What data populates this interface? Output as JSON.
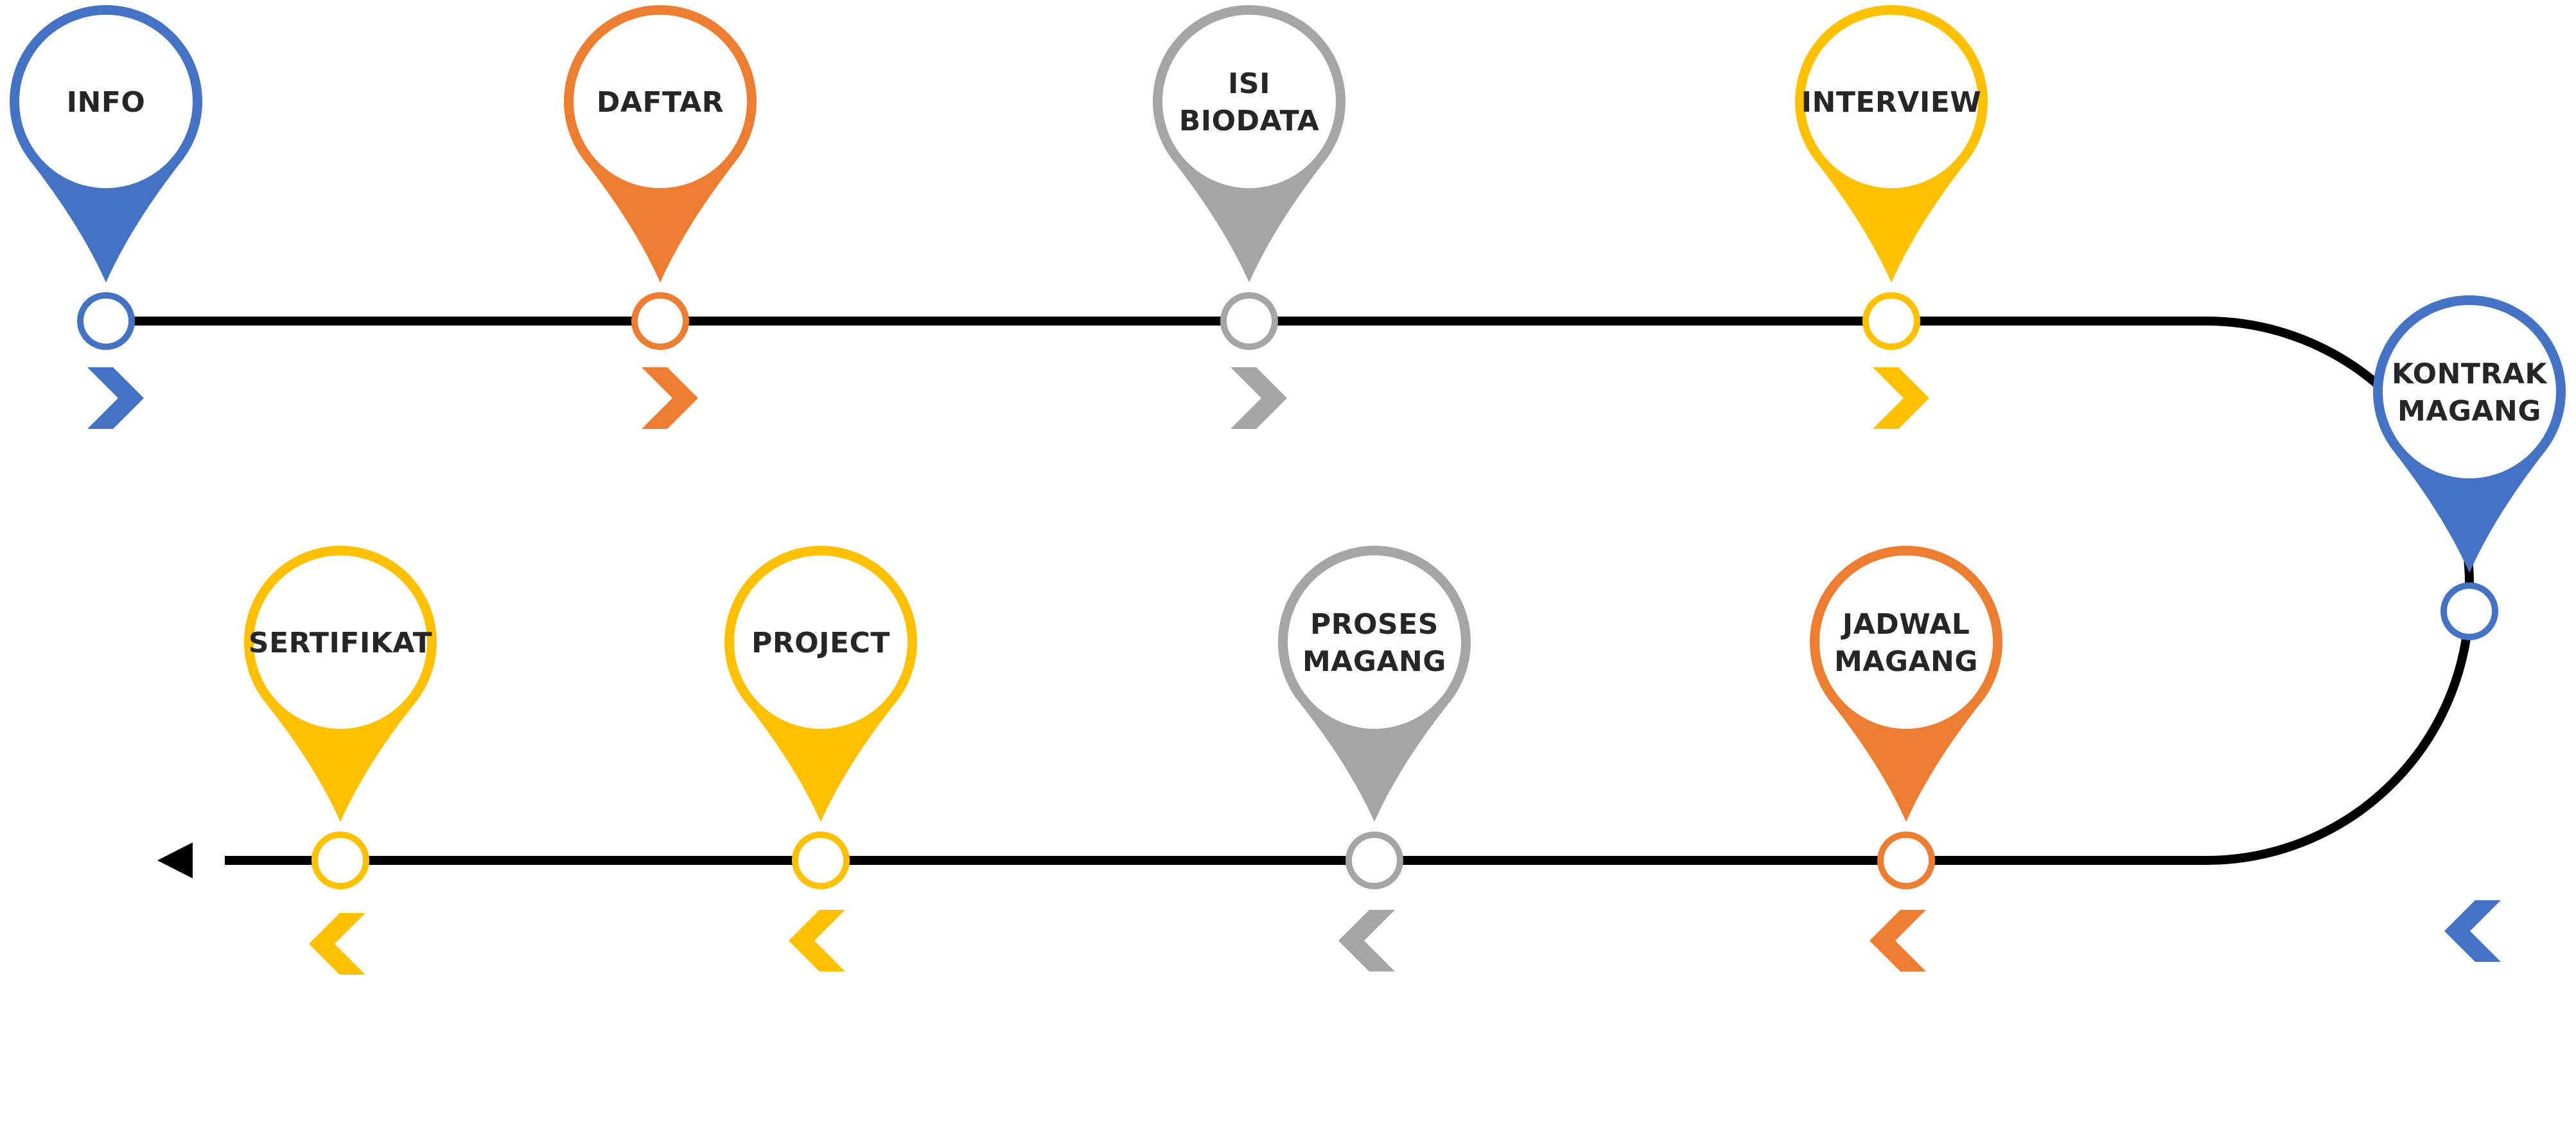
{
  "colors": {
    "blue": "#4472C4",
    "orange": "#ED7D31",
    "gray": "#A5A5A5",
    "yellow": "#FFC000",
    "track": "#000000",
    "label": "#262626"
  },
  "steps": [
    {
      "id": "info",
      "lines": [
        "INFO"
      ],
      "color": "blue",
      "direction": "forward"
    },
    {
      "id": "daftar",
      "lines": [
        "DAFTAR"
      ],
      "color": "orange",
      "direction": "forward"
    },
    {
      "id": "isi-biodata",
      "lines": [
        "ISI",
        "BIODATA"
      ],
      "color": "gray",
      "direction": "forward"
    },
    {
      "id": "interview",
      "lines": [
        "INTERVIEW"
      ],
      "color": "yellow",
      "direction": "forward"
    },
    {
      "id": "kontrak-magang",
      "lines": [
        "KONTRAK",
        "MAGANG"
      ],
      "color": "blue",
      "direction": "back"
    },
    {
      "id": "jadwal-magang",
      "lines": [
        "JADWAL",
        "MAGANG"
      ],
      "color": "orange",
      "direction": "back"
    },
    {
      "id": "proses-magang",
      "lines": [
        "PROSES",
        "MAGANG"
      ],
      "color": "gray",
      "direction": "back"
    },
    {
      "id": "project",
      "lines": [
        "PROJECT"
      ],
      "color": "yellow",
      "direction": "back"
    },
    {
      "id": "sertifikat",
      "lines": [
        "SERTIFIKAT"
      ],
      "color": "yellow",
      "direction": "back"
    }
  ]
}
